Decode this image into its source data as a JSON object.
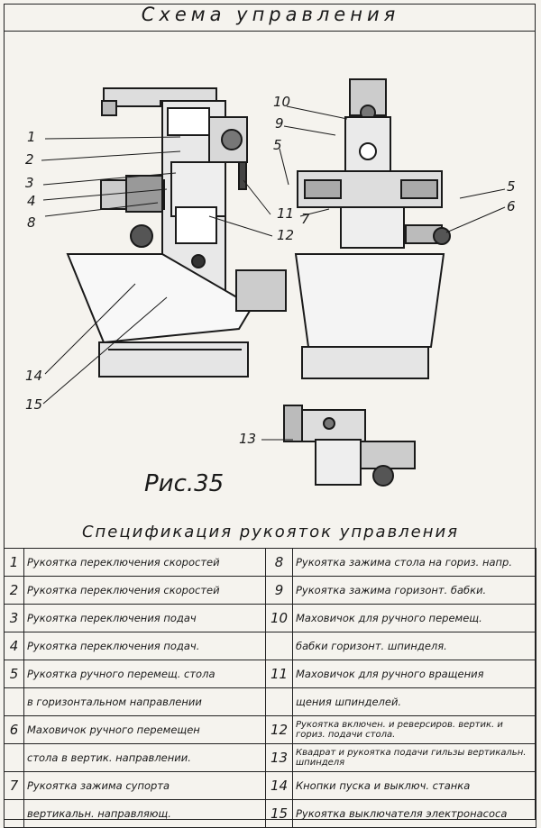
{
  "header": {
    "title": "Схема управления"
  },
  "figure": {
    "caption": "Рис.35",
    "callouts": [
      "1",
      "2",
      "3",
      "4",
      "8",
      "14",
      "15",
      "10",
      "9",
      "5",
      "7",
      "11",
      "12",
      "5",
      "6",
      "13"
    ]
  },
  "spec": {
    "title": "Спецификация рукояток управления",
    "rows": [
      {
        "n1": "1",
        "t1": "Рукоятка переключения скоростей",
        "n2": "8",
        "t2": "Рукоятка зажима стола на гориз. напр."
      },
      {
        "n1": "2",
        "t1": "Рукоятка переключения скоростей",
        "n2": "9",
        "t2": "Рукоятка зажима горизонт. бабки."
      },
      {
        "n1": "3",
        "t1": "Рукоятка переключения подач",
        "n2": "10",
        "t2": "Маховичок для ручного перемещ."
      },
      {
        "n1": "4",
        "t1": "Рукоятка переключения подач.",
        "n2": "",
        "t2": "бабки горизонт. шпинделя."
      },
      {
        "n1": "5",
        "t1": "Рукоятка ручного перемещ. стола",
        "n2": "11",
        "t2": "Маховичок для ручного вращения"
      },
      {
        "n1": "",
        "t1": "в горизонтальном направлении",
        "n2": "",
        "t2": "щения шпинделей."
      },
      {
        "n1": "6",
        "t1": "Маховичок ручного перемещен",
        "n2": "12",
        "t2": "Рукоятка включен. и реверсиров. вертик. и гориз. подачи стола."
      },
      {
        "n1": "",
        "t1": "стола в вертик. направлении.",
        "n2": "13",
        "t2": "Квадрат и рукоятка подачи гильзы вертикальн. шпинделя"
      },
      {
        "n1": "7",
        "t1": "Рукоятка зажима супорта",
        "n2": "14",
        "t2": "Кнопки пуска и выключ. станка"
      },
      {
        "n1": "",
        "t1": "вертикальн. направляющ.",
        "n2": "15",
        "t2": "Рукоятка выключателя электронасоса"
      }
    ]
  }
}
